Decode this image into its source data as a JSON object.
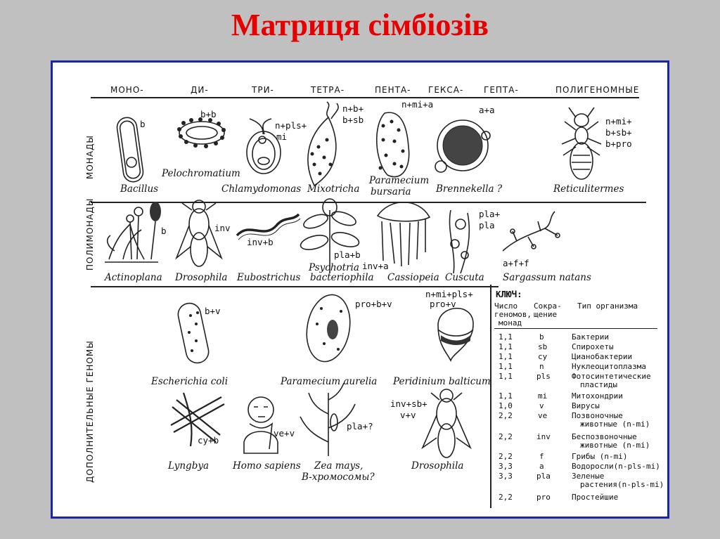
{
  "title": "Матриця сімбіозів",
  "columns": [
    "МОНО-",
    "ДИ-",
    "ТРИ-",
    "ТЕТРА-",
    "ПЕНТА-",
    "ГЕКСА-",
    "ГЕПТА-",
    "ПОЛИГЕНОМНЫЕ"
  ],
  "rows": [
    "МОНАДЫ",
    "ПОЛИМОНАДЫ",
    "ДОПОЛНИТЕЛЬНЫЕ ГЕНОМЫ"
  ],
  "monads": [
    {
      "name": "Bacillus",
      "code": "b"
    },
    {
      "name": "Pelochromatium",
      "code": "b+b"
    },
    {
      "name": "Chlamydomonas",
      "code_1": "n+pls+",
      "code_2": "mi"
    },
    {
      "name": "Mixotricha",
      "code_1": "n+b+",
      "code_2": "b+sb"
    },
    {
      "name_1": "Paramecium",
      "name_2": "bursaria",
      "code": "n+mi+a"
    },
    {
      "name": "Brennekella ?",
      "code": "a+a"
    },
    {
      "name": "Reticulitermes",
      "code_1": "n+mi+",
      "code_2": "b+sb+",
      "code_3": "b+pro"
    }
  ],
  "polymonads": [
    {
      "name": "Actinoplana",
      "code": "b"
    },
    {
      "name": "Drosophila",
      "code": "inv"
    },
    {
      "name": "Eubostrichus",
      "code": "inv+b"
    },
    {
      "name_1": "Psychotria",
      "name_2": "bacteriophila",
      "code": "pla+b"
    },
    {
      "name": "Cassiopeia",
      "code": "inv+a"
    },
    {
      "name": "Cuscuta",
      "code_1": "pla+",
      "code_2": "pla"
    },
    {
      "name": "Sargassum natans",
      "code": "a+f+f"
    }
  ],
  "additional": [
    {
      "name": "Escherichia coli",
      "code": "b+v"
    },
    {
      "name": "Paramecium aurelia",
      "code": "pro+b+v"
    },
    {
      "name": "Peridinium balticum",
      "code_1": "n+mi+pls+",
      "code_2": "pro+v"
    },
    {
      "name": "Lyngbya",
      "code": "cy+b"
    },
    {
      "name": "Homo sapiens",
      "code": "ve+v"
    },
    {
      "name_1": "Zea mays,",
      "name_2": "B-хромосомы?",
      "code": "pla+?"
    },
    {
      "name": "Drosophila",
      "code_1": "inv+sb+",
      "code_2": "v+v"
    }
  ],
  "key": {
    "title": "КЛЮЧ:",
    "col_number_1": "Число",
    "col_number_2": "геномов,",
    "col_number_3": "монад",
    "col_abbr_1": "Сокра-",
    "col_abbr_2": "щение",
    "col_type": "Тип организма",
    "entries": [
      {
        "num": "1,1",
        "abbr": "b",
        "type": "Бактерии"
      },
      {
        "num": "1,1",
        "abbr": "sb",
        "type": "Спирохеты"
      },
      {
        "num": "1,1",
        "abbr": "cy",
        "type": "Цианобактерии"
      },
      {
        "num": "1,1",
        "abbr": "n",
        "type": "Нуклеоцитоплазма"
      },
      {
        "num": "1,1",
        "abbr": "pls",
        "type": "Фотосинтетические",
        "type_2": "пластиды"
      },
      {
        "num": "1,1",
        "abbr": "mi",
        "type": "Митохондрии"
      },
      {
        "num": "1,0",
        "abbr": "v",
        "type": "Вирусы"
      },
      {
        "num": "2,2",
        "abbr": "ve",
        "type": "Позвоночные",
        "type_2": "животные (n-mi)"
      },
      {
        "num": "2,2",
        "abbr": "inv",
        "type": "Беспозвоночные",
        "type_2": "животные (n-mi)"
      },
      {
        "num": "2,2",
        "abbr": "f",
        "type": "Грибы (n-mi)"
      },
      {
        "num": "3,3",
        "abbr": "a",
        "type": "Водоросли(n-pls-mi)"
      },
      {
        "num": "3,3",
        "abbr": "pla",
        "type": "Зеленые",
        "type_2": "растения(n-pls-mi)"
      },
      {
        "num": "2,2",
        "abbr": "pro",
        "type": "Простейшие"
      }
    ]
  }
}
